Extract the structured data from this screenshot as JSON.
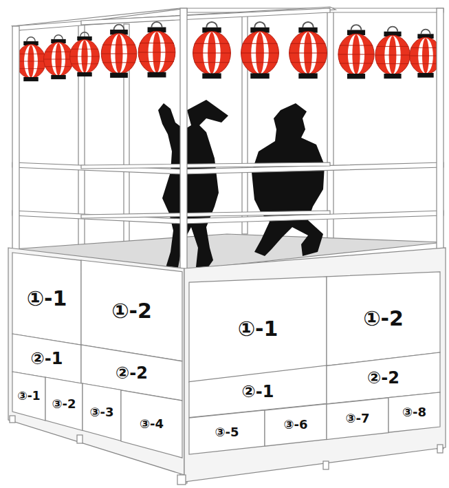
{
  "diagram": {
    "nodes": [
      {
        "text": [
          "①-1"
        ]
      },
      {
        "text": [
          "①-2"
        ]
      },
      {
        "text": [
          "②-1"
        ]
      },
      {
        "text": [
          "②-2"
        ]
      },
      {
        "text": [
          "③-1"
        ]
      },
      {
        "text": [
          "③-2"
        ]
      },
      {
        "text": [
          "③-3"
        ]
      },
      {
        "text": [
          "③-4"
        ]
      },
      {
        "text": [
          "①-1"
        ]
      },
      {
        "text": [
          "①-2"
        ]
      },
      {
        "text": [
          "②-1"
        ]
      },
      {
        "text": [
          "②-2"
        ]
      },
      {
        "text": [
          "③-5"
        ]
      },
      {
        "text": [
          "③-6"
        ]
      },
      {
        "text": [
          "③-7"
        ]
      },
      {
        "text": [
          "③-8"
        ]
      }
    ]
  }
}
